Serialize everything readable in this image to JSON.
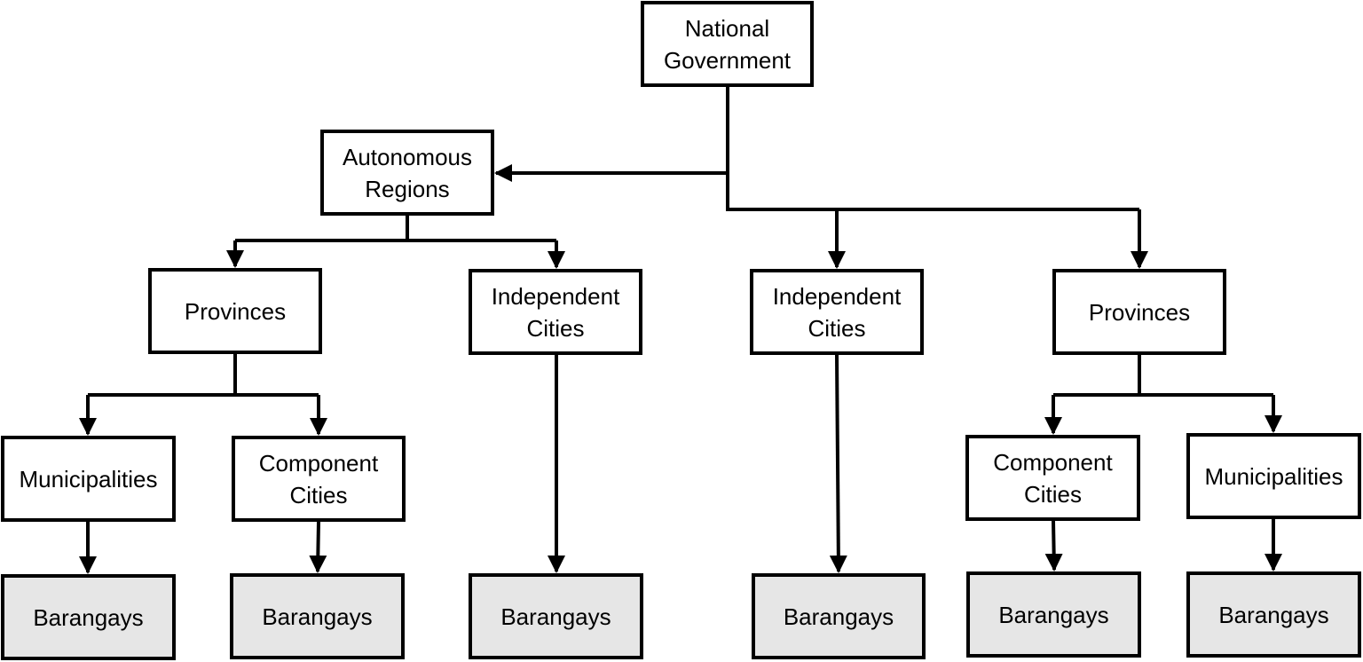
{
  "diagram": {
    "nodes": {
      "national": "National\nGovernment",
      "autonomous_regions": "Autonomous\nRegions",
      "provinces_left": "Provinces",
      "independent_cities_left": "Independent\nCities",
      "independent_cities_right": "Independent\nCities",
      "provinces_right": "Provinces",
      "municipalities_left": "Municipalities",
      "component_cities_left": "Component\nCities",
      "component_cities_right": "Component\nCities",
      "municipalities_right": "Municipalities",
      "barangays_1": "Barangays",
      "barangays_2": "Barangays",
      "barangays_3": "Barangays",
      "barangays_4": "Barangays",
      "barangays_5": "Barangays",
      "barangays_6": "Barangays"
    },
    "edges": [
      [
        "national",
        "autonomous_regions"
      ],
      [
        "national",
        "independent_cities_right"
      ],
      [
        "national",
        "provinces_right"
      ],
      [
        "autonomous_regions",
        "provinces_left"
      ],
      [
        "autonomous_regions",
        "independent_cities_left"
      ],
      [
        "provinces_left",
        "municipalities_left"
      ],
      [
        "provinces_left",
        "component_cities_left"
      ],
      [
        "provinces_right",
        "component_cities_right"
      ],
      [
        "provinces_right",
        "municipalities_right"
      ],
      [
        "municipalities_left",
        "barangays_1"
      ],
      [
        "component_cities_left",
        "barangays_2"
      ],
      [
        "independent_cities_left",
        "barangays_3"
      ],
      [
        "independent_cities_right",
        "barangays_4"
      ],
      [
        "component_cities_right",
        "barangays_5"
      ],
      [
        "municipalities_right",
        "barangays_6"
      ]
    ],
    "colors": {
      "stroke": "#000000",
      "node_fill": "#ffffff",
      "leaf_fill": "#e6e6e6",
      "text": "#000000"
    }
  }
}
